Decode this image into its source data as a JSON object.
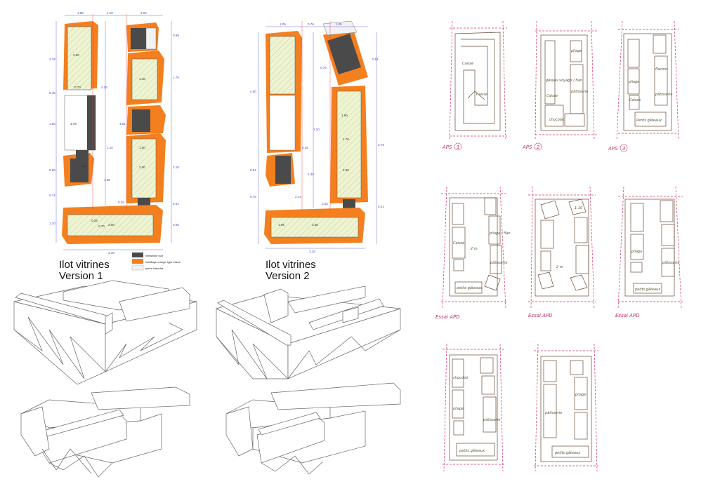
{
  "versions": [
    {
      "title_line1": "Ilot vitrines",
      "title_line2": "Version 1",
      "dims_top": [
        "1.05",
        "1.10",
        "1.04"
      ],
      "dims_left": [
        "2.32",
        "0.15",
        "1.60",
        "0.69",
        "0.74",
        "1.10"
      ],
      "dims_mid": [
        "4.25",
        "4.51",
        "1.10",
        "1.38",
        "0.29"
      ],
      "dims_right": [
        "0.99",
        "1.78",
        "2.18",
        "0.41",
        "0.60"
      ],
      "dims_inner": [
        "2.30",
        "0.70",
        "1.78",
        "1.48",
        "1.00",
        "2.00",
        "1.08",
        "0.25",
        "3.00",
        "0.70"
      ],
      "dim_bottom": "3.18"
    },
    {
      "title_line1": "Ilot vitrines",
      "title_line2": "Version 2",
      "dims_top": [
        "1.05",
        "0.76",
        "1.05"
      ],
      "dims_left": [
        "4.00",
        "0.94",
        "0.76"
      ],
      "dims_mid": [
        "1.10",
        "0.25",
        "1.38",
        "2.14",
        "0.25"
      ],
      "dims_right": [
        "0.81",
        "0.76",
        "3.79",
        "0.41"
      ],
      "dims_inner": [
        "1.60",
        "1.76",
        "2.00",
        "3.00",
        "1.05"
      ],
      "dim_bottom": "3.18"
    }
  ],
  "legend": [
    {
      "label": "mélaminé noir",
      "color": "#4a4a4a"
    },
    {
      "label": "habillage orange type trilium",
      "color": "#f47f1f"
    },
    {
      "label": "pierre blanche",
      "color": "#f2f2f2"
    }
  ],
  "sketches": [
    {
      "label": "APS",
      "num": "1",
      "notes": [
        "Caisse",
        "Caisse"
      ]
    },
    {
      "label": "APS",
      "num": "2",
      "notes": [
        "gâteau voyage / flan",
        "Caisse",
        "chocolat",
        "pâtisserie",
        "pliage"
      ]
    },
    {
      "label": "APS",
      "num": "3",
      "notes": [
        "Caisse",
        "flacons",
        "pâtisserie",
        "pliage",
        "Petits gâteaux"
      ]
    },
    {
      "label": "Essai APD",
      "notes": [
        "pliage / flan",
        "pâtisserie",
        "petits gâteaux",
        "Caisse",
        "2 m"
      ]
    },
    {
      "label": "Essai APD",
      "notes": [
        "2 m",
        "1.10"
      ]
    },
    {
      "label": "Essai APD",
      "notes": [
        "pliage",
        "pâtisserie",
        "petits gâteaux"
      ]
    },
    {
      "notes": [
        "chocolat",
        "pliage",
        "pâtisserie",
        "petits gâteaux"
      ]
    },
    {
      "notes": [
        "pâtisserie",
        "pliage",
        "petits gâteaux"
      ]
    }
  ],
  "colors": {
    "orange": "#f47f1f",
    "dark": "#4a4a4a",
    "hatch": "#e8f0c8",
    "dim_blue": "#4a4ad0",
    "sketch_red": "#d8306a",
    "sketch_brown": "#6a4a38"
  }
}
